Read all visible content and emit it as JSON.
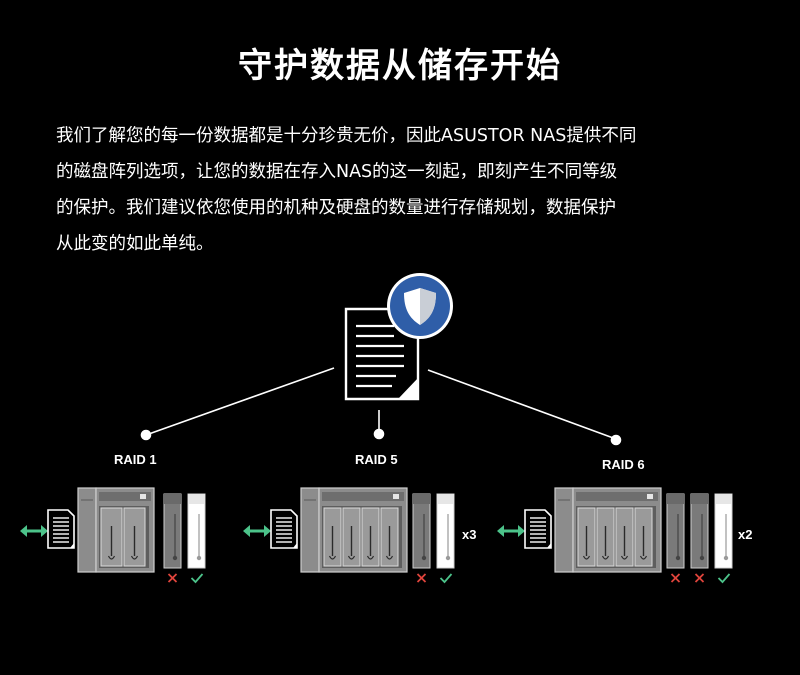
{
  "title": "守护数据从储存开始",
  "intro_lines": [
    "我们了解您的每一份数据都是十分珍贵无价，因此ASUSTOR NAS提供不同",
    "的磁盘阵列选项，让您的数据在存入NAS的这一刻起，即刻产生不同等级",
    "的保护。我们建议依您使用的机种及硬盘的数量进行存储规划，数据保护",
    "从此变的如此单纯。"
  ],
  "colors": {
    "background": "#000000",
    "text": "#ffffff",
    "shield_badge": "#2f5ea8",
    "arrow": "#4cc38a",
    "fail_mark": "#e0443c",
    "ok_mark": "#4cc38a"
  },
  "icons": {
    "document": "document-icon",
    "shield": "shield-icon",
    "transfer": "double-arrow-icon",
    "nas": "nas-device-icon",
    "drive": "hard-drive-icon",
    "fail": "cross-mark-icon",
    "ok": "check-mark-icon"
  },
  "raids": [
    {
      "label": "RAID 1",
      "bays": 2,
      "drives": [
        "fail",
        "ok"
      ],
      "multiplier": ""
    },
    {
      "label": "RAID 5",
      "bays": 4,
      "drives": [
        "fail",
        "ok"
      ],
      "multiplier": "x3"
    },
    {
      "label": "RAID 6",
      "bays": 4,
      "drives": [
        "fail",
        "fail",
        "ok"
      ],
      "multiplier": "x2"
    }
  ]
}
